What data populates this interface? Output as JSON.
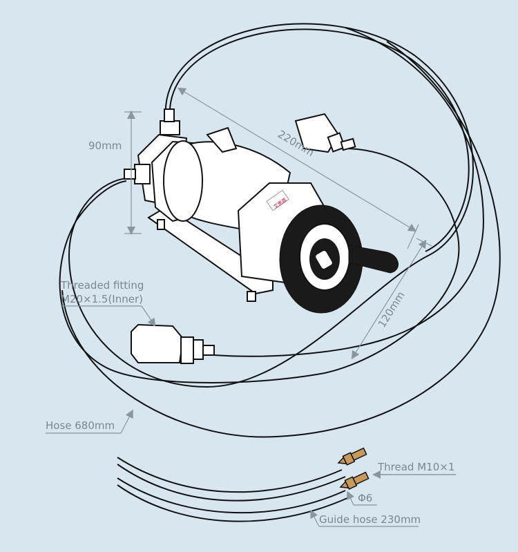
{
  "title": "Hand pump assembly diagram",
  "colors": {
    "background": "#d7e6ef",
    "label": "#7b8791",
    "outline": "#111111",
    "brass": "#c9995c"
  },
  "logo_text": "艾思荔",
  "dimensions": {
    "height": "90mm",
    "length": "220mm",
    "width": "120mm"
  },
  "callouts": {
    "threaded_fitting_line1": "Threaded fitting",
    "threaded_fitting_line2": "M20×1.5(Inner)",
    "hose": "Hose 680mm",
    "thread": "Thread M10×1",
    "diameter": "Φ6",
    "guide_hose": "Guide hose 230mm"
  }
}
